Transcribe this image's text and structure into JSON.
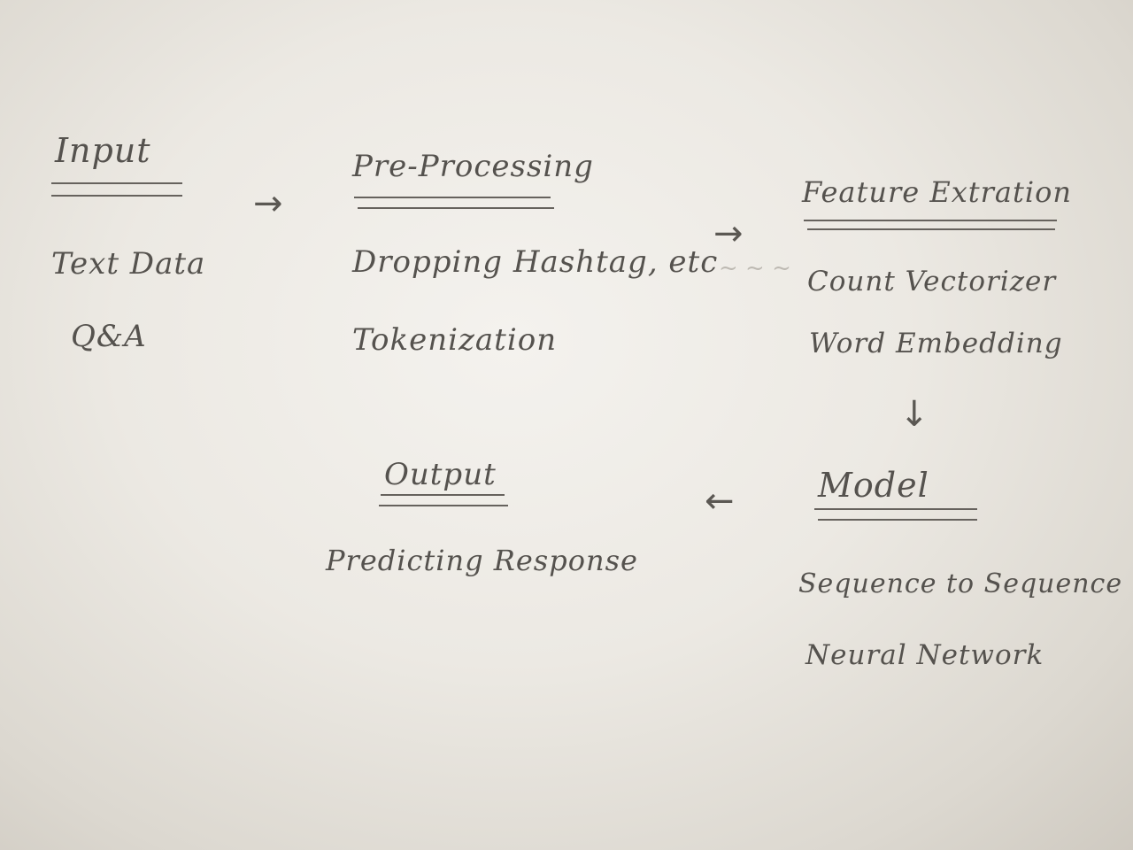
{
  "input": {
    "heading": "Input",
    "items": [
      "Text Data",
      "Q&A"
    ]
  },
  "preprocessing": {
    "heading": "Pre-Processing",
    "items": [
      "Dropping Hashtag, etc",
      "Tokenization"
    ]
  },
  "feature_extraction": {
    "heading": "Feature Extration",
    "items": [
      "Count Vectorizer",
      "Word Embedding"
    ]
  },
  "model": {
    "heading": "Model",
    "items": [
      "Sequence to Sequence",
      "Neural Network"
    ]
  },
  "output": {
    "heading": "Output",
    "items": [
      "Predicting Response"
    ]
  },
  "arrows": {
    "input_to_preprocessing": "→",
    "preprocessing_to_feature": "→",
    "feature_to_model": "↓",
    "model_to_output": "←"
  },
  "colors": {
    "paper": "#ece9e3",
    "ink": "#55524e"
  }
}
